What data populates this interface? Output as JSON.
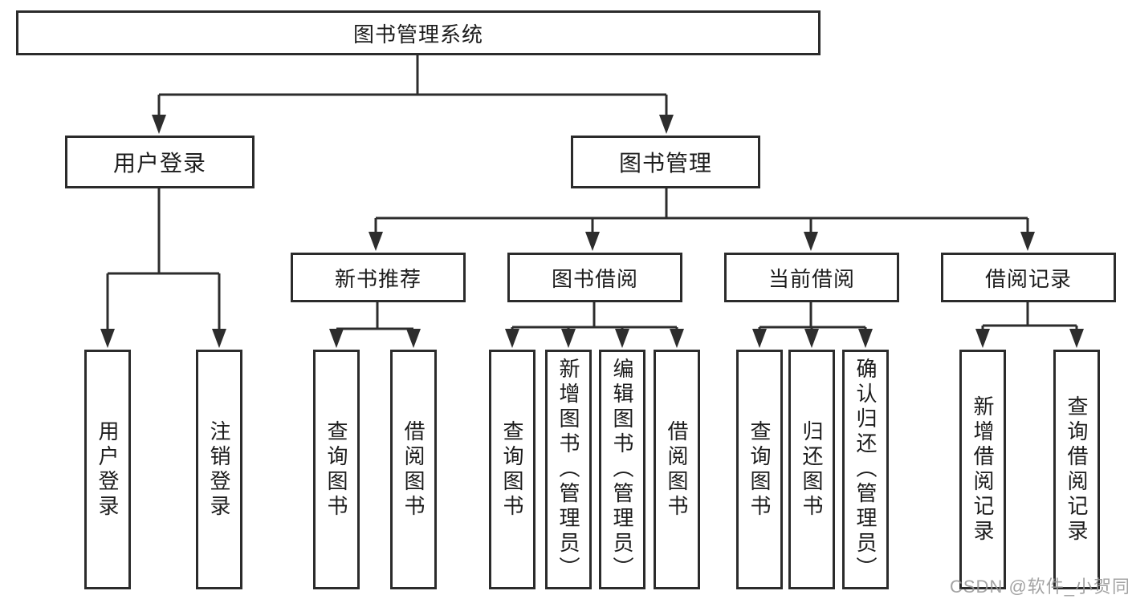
{
  "root": {
    "label": "图书管理系统"
  },
  "level2": {
    "user_login": {
      "label": "用户登录"
    },
    "book_management": {
      "label": "图书管理"
    }
  },
  "level3": {
    "new_book_recommend": {
      "label": "新书推荐"
    },
    "book_borrowing": {
      "label": "图书借阅"
    },
    "current_borrowing": {
      "label": "当前借阅"
    },
    "borrow_records": {
      "label": "借阅记录"
    }
  },
  "leaves": [
    {
      "label": "用户登录"
    },
    {
      "label": "注销登录"
    },
    {
      "label": "查询图书"
    },
    {
      "label": "借阅图书"
    },
    {
      "label": "查询图书"
    },
    {
      "label": "新增图书（管理员）"
    },
    {
      "label": "编辑图书（管理员）"
    },
    {
      "label": "借阅图书"
    },
    {
      "label": "查询图书"
    },
    {
      "label": "归还图书"
    },
    {
      "label": "确认归还（管理员）"
    },
    {
      "label": "新增借阅记录"
    },
    {
      "label": "查询借阅记录"
    }
  ],
  "watermark": {
    "text": "CSDN @软件_小贺同学"
  },
  "colors": {
    "line": "#2d2d2d",
    "border": "#2b2b2b",
    "text": "#1c1c1c",
    "watermark": "#969696",
    "background": "#ffffff"
  }
}
